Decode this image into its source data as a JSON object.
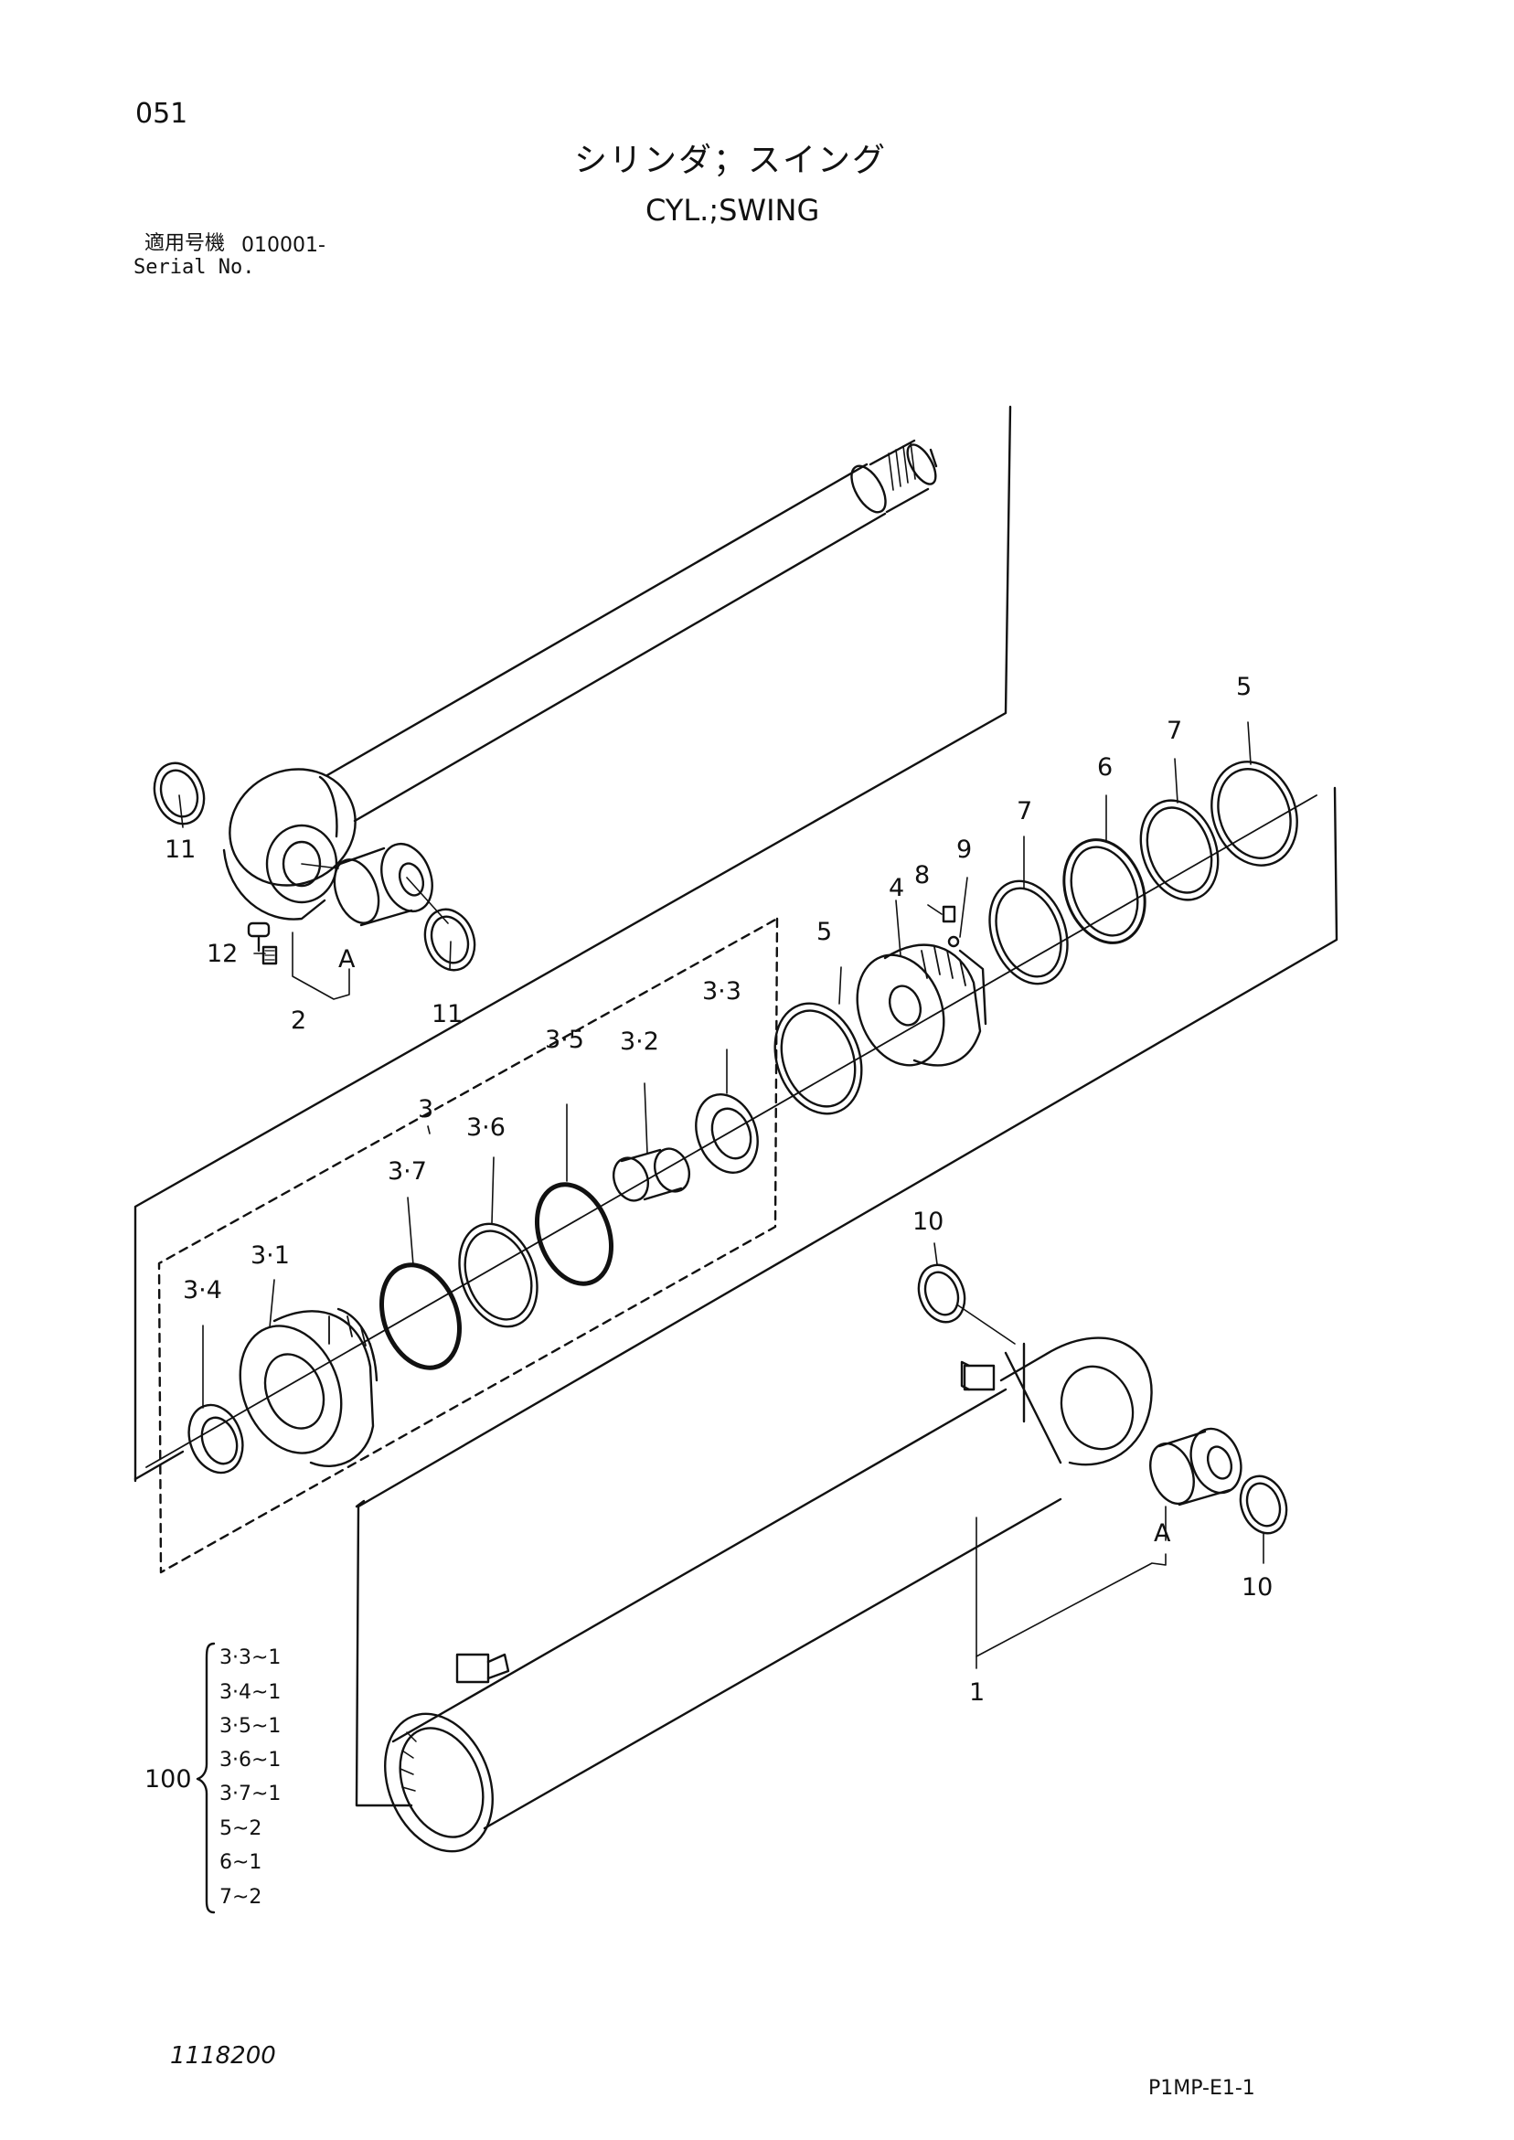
{
  "header": {
    "page_number": "051",
    "title_jp": "シリンダ；スイング",
    "title_en": "CYL.;SWING",
    "serial_label_jp": "適用号機",
    "serial_value": "010001-",
    "serial_label_en": "Serial No."
  },
  "footer": {
    "drawing_number": "1118200",
    "page_code": "P1MP-E1-1"
  },
  "callouts": {
    "c1": "1",
    "c2": "2",
    "c3": "3",
    "c3_1": "3·1",
    "c3_2": "3·2",
    "c3_3": "3·3",
    "c3_4": "3·4",
    "c3_5": "3·5",
    "c3_6": "3·6",
    "c3_7": "3·7",
    "c4": "4",
    "c5a": "5",
    "c5b": "5",
    "c6": "6",
    "c7a": "7",
    "c7b": "7",
    "c8": "8",
    "c9": "9",
    "c10a": "10",
    "c10b": "10",
    "c11a": "11",
    "c11b": "11",
    "c12": "12",
    "cAa": "A",
    "cAb": "A"
  },
  "kit": {
    "number": "100",
    "items": [
      "3·3~1",
      "3·4~1",
      "3·5~1",
      "3·6~1",
      "3·7~1",
      "5~2",
      "6~1",
      "7~2"
    ]
  }
}
